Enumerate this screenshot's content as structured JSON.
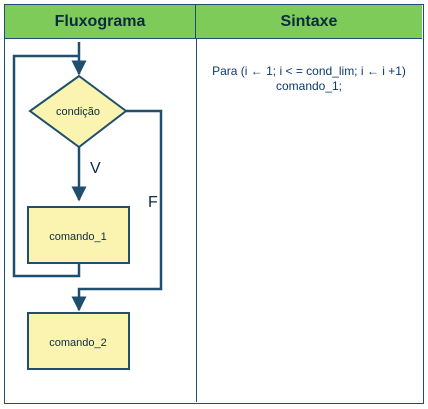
{
  "headers": {
    "left": "Fluxograma",
    "right": "Sintaxe"
  },
  "flowchart": {
    "condition": "condição",
    "true_label": "V",
    "false_label": "F",
    "command1": "comando_1",
    "command2": "comando_2"
  },
  "syntax": {
    "line1": "Para (i ← 1; i < = cond_lim; i ← i +1)",
    "line2": "comando_1;"
  },
  "colors": {
    "header": "#7ecb5a",
    "box_fill": "#fbf4b0",
    "stroke": "#1f4e6e",
    "syntax_text": "#0d3a6e"
  }
}
